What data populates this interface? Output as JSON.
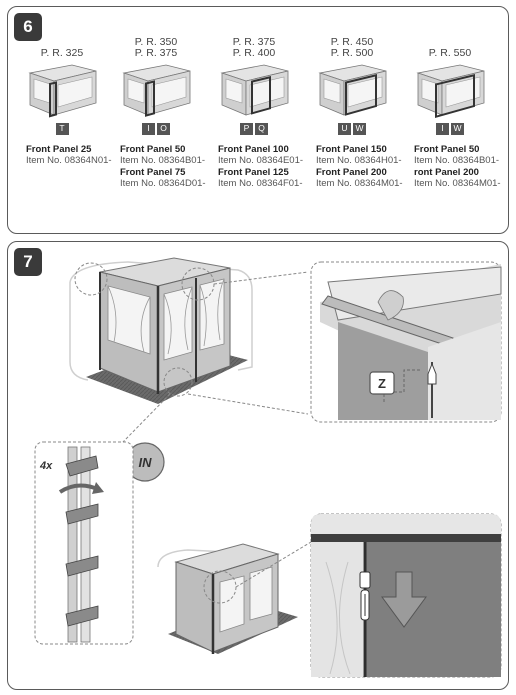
{
  "step6": {
    "number": "6",
    "columns": [
      {
        "pr": [
          "P. R. 325"
        ],
        "badges": [
          "T"
        ],
        "lines": [
          {
            "t": "Front Panel 25",
            "b": true
          },
          {
            "t": "Item No. 08364N01-",
            "b": false
          }
        ]
      },
      {
        "pr": [
          "P. R. 350",
          "P. R. 375"
        ],
        "badges": [
          "I",
          "O"
        ],
        "lines": [
          {
            "t": "Front Panel 50",
            "b": true
          },
          {
            "t": "Item No. 08364B01-",
            "b": false
          },
          {
            "t": "Front Panel 75",
            "b": true
          },
          {
            "t": "Item No. 08364D01-",
            "b": false
          }
        ]
      },
      {
        "pr": [
          "P. R. 375",
          "P. R. 400"
        ],
        "badges": [
          "P",
          "Q"
        ],
        "lines": [
          {
            "t": "Front Panel 100",
            "b": true
          },
          {
            "t": "Item No. 08364E01-",
            "b": false
          },
          {
            "t": "Front Panel 125",
            "b": true
          },
          {
            "t": "Item No. 08364F01-",
            "b": false
          }
        ]
      },
      {
        "pr": [
          "P. R. 450",
          "P. R. 500"
        ],
        "badges": [
          "U",
          "W"
        ],
        "lines": [
          {
            "t": "Front Panel 150",
            "b": true
          },
          {
            "t": "Item No. 08364H01-",
            "b": false
          },
          {
            "t": "Front Panel 200",
            "b": true
          },
          {
            "t": "Item No. 08364M01-",
            "b": false
          }
        ]
      },
      {
        "pr": [
          "P. R. 550"
        ],
        "badges": [
          "I",
          "W"
        ],
        "lines": [
          {
            "t": "Front Panel 50",
            "b": true
          },
          {
            "t": "Item No. 08364B01-",
            "b": false
          },
          {
            "t": "ront Panel 200",
            "b": true
          },
          {
            "t": "Item No. 08364M01-",
            "b": false
          }
        ]
      }
    ]
  },
  "step7": {
    "number": "7",
    "z_label": "Z",
    "in_label": "IN",
    "count_label": "4x"
  }
}
